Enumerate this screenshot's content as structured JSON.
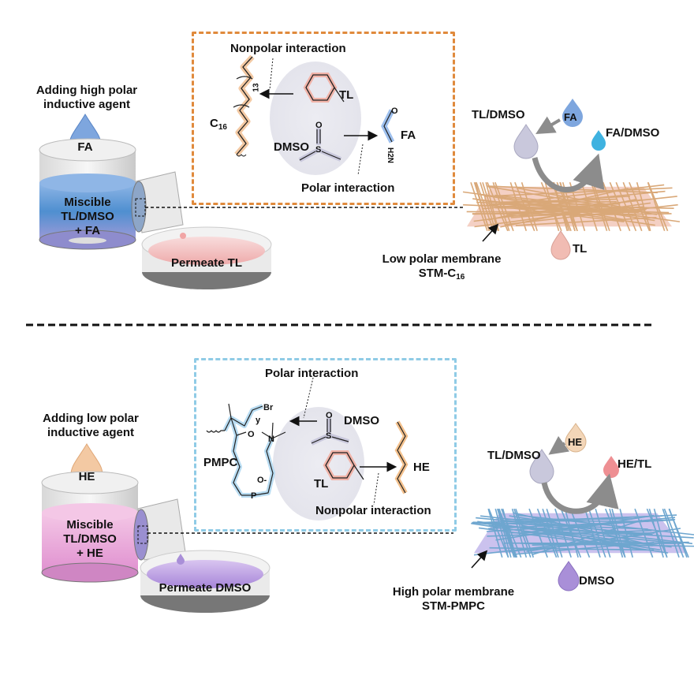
{
  "colors": {
    "orange_accent": "#e08a3c",
    "blue_accent": "#8fcbe6",
    "fa_drop": "#7ea6de",
    "he_drop": "#f3c9a3",
    "tl_drop": "#f1bcb3",
    "tldmso_drop": "#c9c8dc",
    "fadmso_drop": "#3fb2e0",
    "hetl_drop": "#ee8f93",
    "dmso_drop": "#a98fd8",
    "membrane_low": "#d9a878",
    "membrane_high": "#6ea6cf",
    "arrow_gray": "#8c8c8c"
  },
  "top": {
    "agent_label_line1": "Adding high polar",
    "agent_label_line2": "inductive agent",
    "agent_drop": "FA",
    "cup_line1": "Miscible",
    "cup_line2": "TL/DMSO",
    "cup_line3": "+ FA",
    "dish_label": "Permeate TL",
    "inset": {
      "nonpolar_label": "Nonpolar interaction",
      "polar_label": "Polar interaction",
      "chain_label": "C",
      "chain_sub": "16",
      "repeat_sub": "13",
      "tl_label": "TL",
      "dmso_label": "DMSO",
      "fa_label": "FA",
      "fa_o": "O",
      "fa_n": "H2N",
      "dmso_o": "O",
      "dmso_s": "S"
    },
    "membrane": {
      "feed_label": "TL/DMSO",
      "agent_drop": "FA",
      "product_label": "FA/DMSO",
      "permeate_label": "TL",
      "caption_line1": "Low polar membrane",
      "caption_line2": "STM-C",
      "caption_sub": "16"
    }
  },
  "bottom": {
    "agent_label_line1": "Adding low polar",
    "agent_label_line2": "inductive agent",
    "agent_drop": "HE",
    "cup_line1": "Miscible",
    "cup_line2": "TL/DMSO",
    "cup_line3": "+ HE",
    "dish_label": "Permeate DMSO",
    "inset": {
      "polar_label": "Polar interaction",
      "nonpolar_label": "Nonpolar interaction",
      "polymer_label": "PMPC",
      "br_label": "Br",
      "y_label": "y",
      "o_label": "O",
      "n_label": "N",
      "p_label": "P",
      "o_minus": "O-",
      "dmso_label": "DMSO",
      "dmso_o": "O",
      "dmso_s": "S",
      "tl_label": "TL",
      "he_label": "HE"
    },
    "membrane": {
      "feed_label": "TL/DMSO",
      "agent_drop": "HE",
      "product_label": "HE/TL",
      "permeate_label": "DMSO",
      "caption_line1": "High polar membrane",
      "caption_line2": "STM-PMPC"
    }
  }
}
